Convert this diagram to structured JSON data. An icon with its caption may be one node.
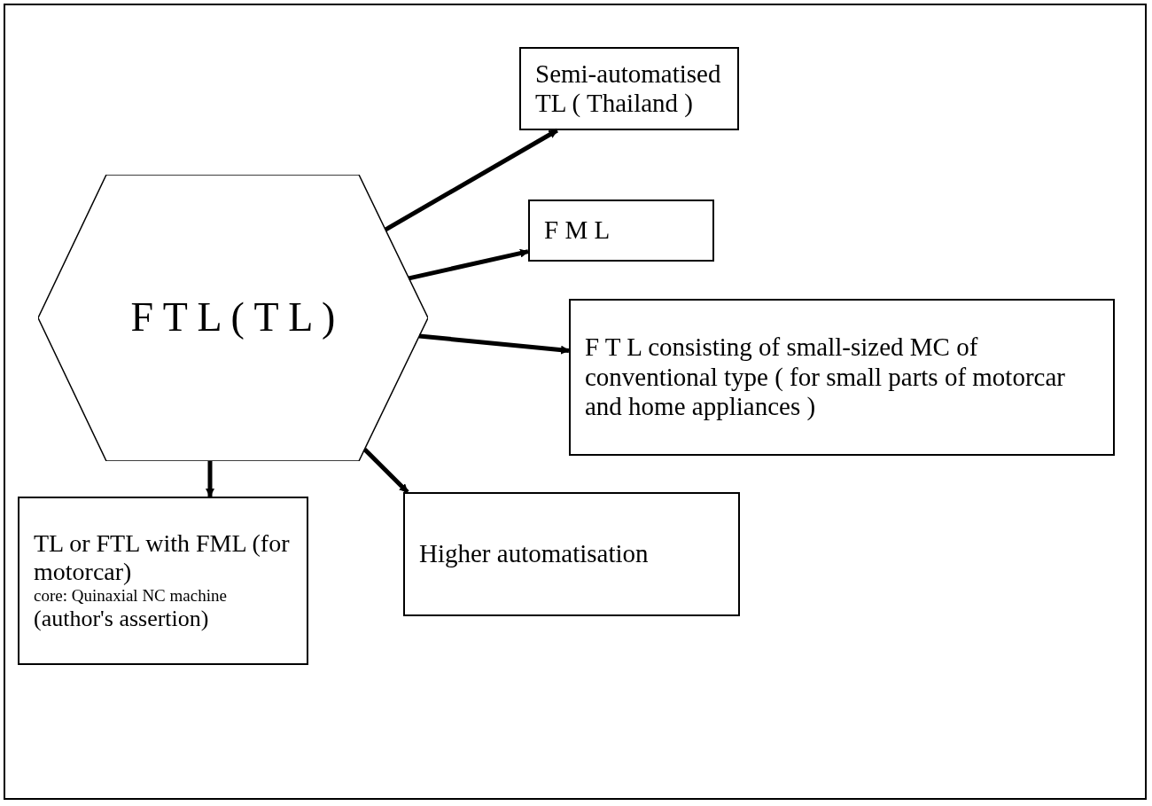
{
  "diagram": {
    "nodes": [
      {
        "text": [
          "F T L ( T L )"
        ]
      },
      {
        "text": [
          "Semi-automatised TL ( Thailand )"
        ]
      },
      {
        "text": [
          "F M L"
        ]
      },
      {
        "text": [
          "F T L consisting of small-sized MC of conventional type ( for small parts of motorcar and home appliances )"
        ]
      },
      {
        "text": [
          "TL or FTL with FML (for motorcar)",
          "core: Quinaxial NC machine",
          "(author's assertion)"
        ]
      },
      {
        "text": [
          "Higher automatisation"
        ]
      }
    ],
    "edges": [
      {
        "from": 0,
        "to": 1,
        "arrow": "to"
      },
      {
        "from": 0,
        "to": 2,
        "arrow": "to"
      },
      {
        "from": 0,
        "to": 3,
        "arrow": "to"
      },
      {
        "from": 0,
        "to": 4,
        "arrow": "to"
      },
      {
        "from": 0,
        "to": 5,
        "arrow": "to"
      }
    ]
  }
}
